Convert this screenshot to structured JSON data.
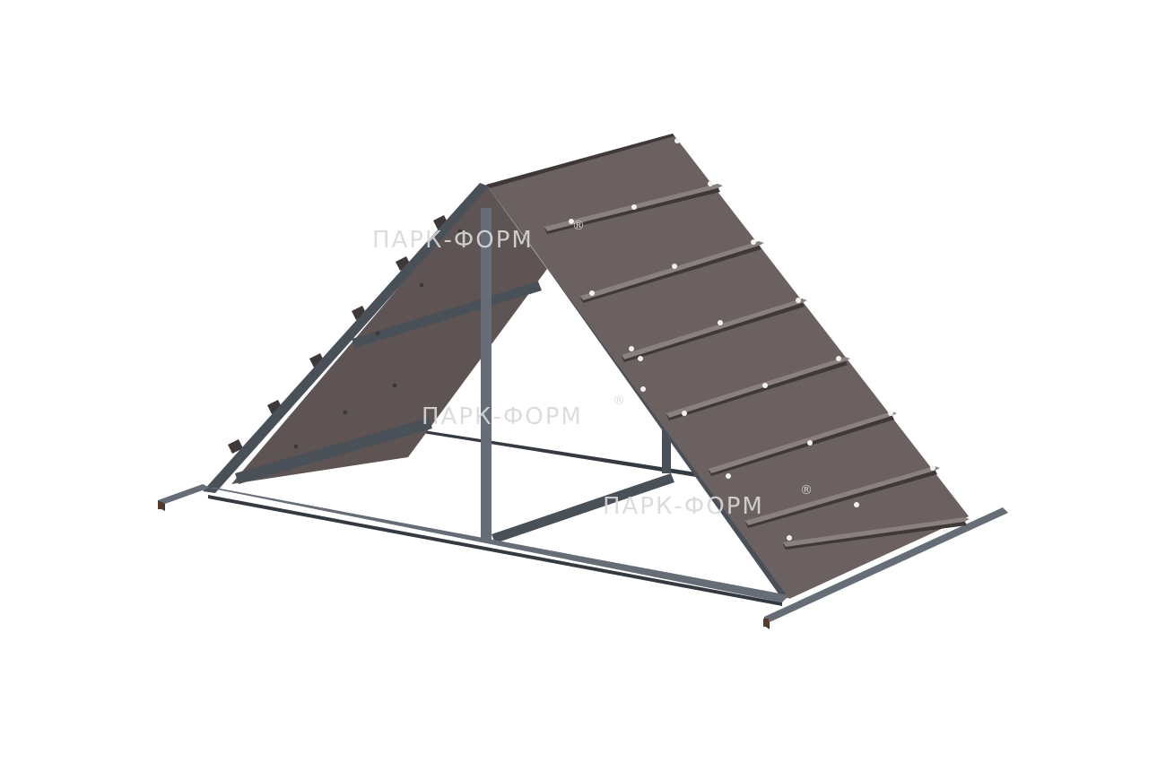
{
  "image": {
    "subject": "product-render",
    "background_color": "#ffffff"
  },
  "colors": {
    "frame_steel": "#4a5058",
    "frame_steel_light": "#666d76",
    "frame_steel_dark": "#353a41",
    "panel_front": "#6b6160",
    "panel_back": "#5e5453",
    "panel_edge": "#3f3838",
    "slat_highlight": "#8a807e",
    "bolt": "#f2f2f2",
    "watermark": "#d9d9d9"
  },
  "watermarks": [
    {
      "text": "ПАРК-ФОРМ",
      "mark": "®"
    },
    {
      "text": "ПАРК-ФОРМ",
      "mark": "®"
    },
    {
      "text": "ПАРК-ФОРМ",
      "mark": "®"
    }
  ]
}
